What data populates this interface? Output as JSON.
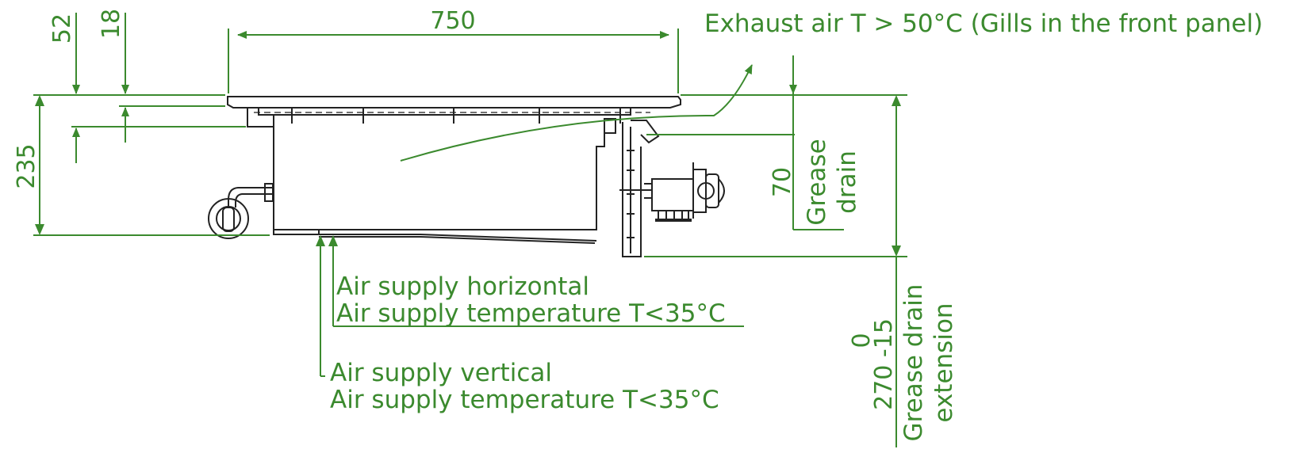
{
  "dimensions": {
    "width": "750",
    "top_52": "52",
    "top_18": "18",
    "height_235": "235",
    "grease_70": "70",
    "grease_ext_a": "0",
    "grease_ext_b": "270 -15"
  },
  "labels": {
    "exhaust": "Exhaust air T > 50°C (Gills in the front panel)",
    "grease_drain_1": "Grease",
    "grease_drain_2": "drain",
    "grease_ext_1": "Grease drain",
    "grease_ext_2": "extension",
    "air_h_1": "Air supply horizontal",
    "air_h_2": "Air supply temperature T<35°C",
    "air_v_1": "Air supply vertical",
    "air_v_2": "Air supply temperature T<35°C"
  },
  "colors": {
    "dimension_green": "#3b8a2e",
    "outline": "#222222"
  }
}
